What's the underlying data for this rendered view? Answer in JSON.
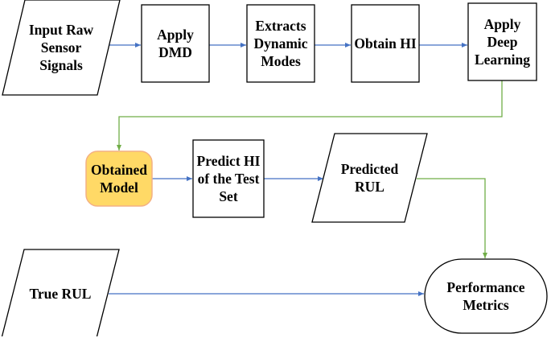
{
  "flowchart": {
    "nodes": [
      {
        "id": "input_raw",
        "shape": "parallelogram",
        "label": "Input Raw\nSensor\nSignals"
      },
      {
        "id": "apply_dmd",
        "shape": "rectangle",
        "label": "Apply\nDMD"
      },
      {
        "id": "extract_modes",
        "shape": "rectangle",
        "label": "Extracts\nDynamic\nModes"
      },
      {
        "id": "obtain_hi",
        "shape": "rectangle",
        "label": "Obtain HI"
      },
      {
        "id": "apply_dl",
        "shape": "rectangle",
        "label": "Apply\nDeep\nLearning"
      },
      {
        "id": "obtained_model",
        "shape": "rounded-rectangle",
        "label": "Obtained\nModel"
      },
      {
        "id": "predict_hi",
        "shape": "rectangle",
        "label": "Predict HI\nof the Test\nSet"
      },
      {
        "id": "predicted_rul",
        "shape": "parallelogram",
        "label": "Predicted\nRUL"
      },
      {
        "id": "true_rul",
        "shape": "parallelogram",
        "label": "True RUL"
      },
      {
        "id": "performance",
        "shape": "stadium",
        "label": "Performance\nMetrics"
      }
    ],
    "edges": [
      {
        "from": "input_raw",
        "to": "apply_dmd",
        "color": "#4472C4"
      },
      {
        "from": "apply_dmd",
        "to": "extract_modes",
        "color": "#4472C4"
      },
      {
        "from": "extract_modes",
        "to": "obtain_hi",
        "color": "#4472C4"
      },
      {
        "from": "obtain_hi",
        "to": "apply_dl",
        "color": "#4472C4"
      },
      {
        "from": "apply_dl",
        "to": "obtained_model",
        "color": "#70AD47"
      },
      {
        "from": "obtained_model",
        "to": "predict_hi",
        "color": "#4472C4"
      },
      {
        "from": "predict_hi",
        "to": "predicted_rul",
        "color": "#4472C4"
      },
      {
        "from": "predicted_rul",
        "to": "performance",
        "color": "#70AD47"
      },
      {
        "from": "true_rul",
        "to": "performance",
        "color": "#4472C4"
      }
    ],
    "colors": {
      "stroke": "#000000",
      "fill": "#ffffff",
      "highlight_fill": "#FFD966",
      "highlight_stroke": "#F4B183",
      "blue_arrow": "#4472C4",
      "green_arrow": "#70AD47"
    }
  }
}
